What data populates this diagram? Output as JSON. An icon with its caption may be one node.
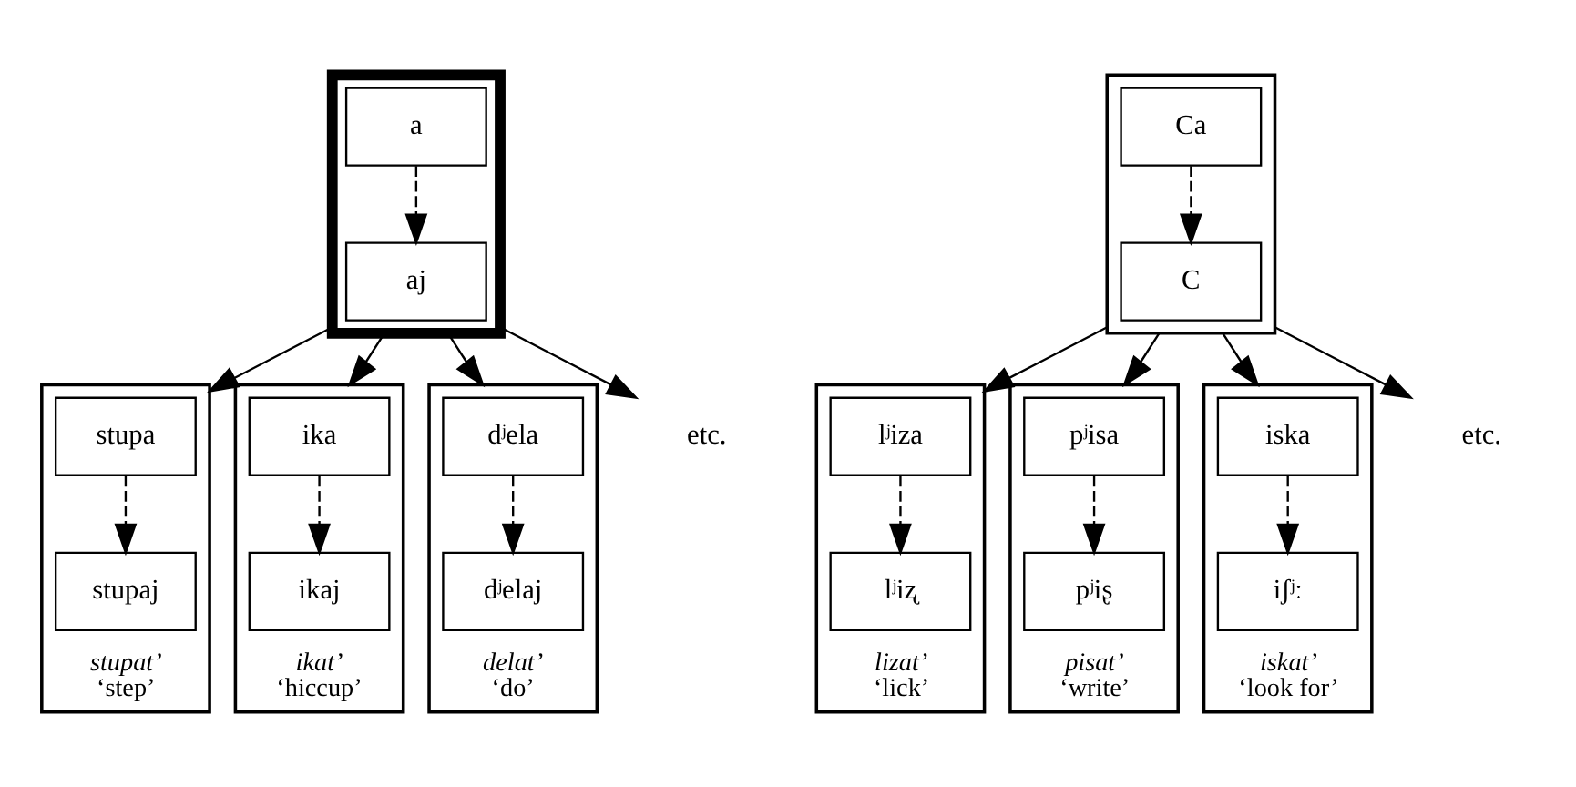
{
  "diagram": {
    "nodes": [
      {
        "text": [],
        "shape": "box"
      },
      {
        "text": [
          "a"
        ],
        "in": 0
      },
      {
        "text": [
          "aj"
        ],
        "in": 0
      },
      {
        "text": [],
        "shape": "box",
        "beside": [
          "stupat’",
          "‘step’"
        ]
      },
      {
        "text": [
          "stupa"
        ],
        "in": 3
      },
      {
        "text": [
          "stupaj"
        ],
        "in": 3
      },
      {
        "text": [],
        "shape": "box",
        "beside": [
          "ikat’",
          "‘hiccup’"
        ]
      },
      {
        "text": [
          "ika"
        ],
        "in": 6
      },
      {
        "text": [
          "ikaj"
        ],
        "in": 6
      },
      {
        "text": [],
        "shape": "box",
        "beside": [
          "delat’",
          "‘do’"
        ]
      },
      {
        "text": [
          "dʲela"
        ],
        "in": 9
      },
      {
        "text": [
          "dʲelaj"
        ],
        "in": 9
      },
      {
        "text": [
          "etc."
        ]
      },
      {
        "text": [],
        "shape": "box"
      },
      {
        "text": [
          "Ca"
        ],
        "in": 13
      },
      {
        "text": [
          "C"
        ],
        "in": 13
      },
      {
        "text": [],
        "shape": "box",
        "beside": [
          "lizat’",
          "‘lick’"
        ]
      },
      {
        "text": [
          "lʲiza"
        ],
        "in": 16
      },
      {
        "text": [
          "lʲiʐ"
        ],
        "in": 16
      },
      {
        "text": [],
        "shape": "box",
        "beside": [
          "pisat’",
          "‘write’"
        ]
      },
      {
        "text": [
          "pʲisa"
        ],
        "in": 19
      },
      {
        "text": [
          "pʲiʂ"
        ],
        "in": 19
      },
      {
        "text": [],
        "shape": "box",
        "beside": [
          "iskat’",
          "‘look for’"
        ]
      },
      {
        "text": [
          "iska"
        ],
        "in": 22
      },
      {
        "text": [
          "iʃʲː"
        ],
        "in": 22
      },
      {
        "text": [
          "etc."
        ]
      }
    ],
    "edges": [
      {
        "from": 1,
        "to": 2,
        "arrow": "to",
        "style": "dashed"
      },
      {
        "from": 0,
        "to": 3,
        "arrow": "to"
      },
      {
        "from": 0,
        "to": 6,
        "arrow": "to"
      },
      {
        "from": 0,
        "to": 9,
        "arrow": "to"
      },
      {
        "from": 0,
        "to": 12,
        "arrow": "to"
      },
      {
        "from": 4,
        "to": 5,
        "arrow": "to",
        "style": "dashed"
      },
      {
        "from": 7,
        "to": 8,
        "arrow": "to",
        "style": "dashed"
      },
      {
        "from": 10,
        "to": 11,
        "arrow": "to",
        "style": "dashed"
      },
      {
        "from": 14,
        "to": 15,
        "arrow": "to",
        "style": "dashed"
      },
      {
        "from": 13,
        "to": 16,
        "arrow": "to"
      },
      {
        "from": 13,
        "to": 19,
        "arrow": "to"
      },
      {
        "from": 13,
        "to": 22,
        "arrow": "to"
      },
      {
        "from": 13,
        "to": 25,
        "arrow": "to"
      },
      {
        "from": 17,
        "to": 18,
        "arrow": "to",
        "style": "dashed"
      },
      {
        "from": 20,
        "to": 21,
        "arrow": "to",
        "style": "dashed"
      },
      {
        "from": 23,
        "to": 24,
        "arrow": "to",
        "style": "dashed"
      }
    ]
  }
}
